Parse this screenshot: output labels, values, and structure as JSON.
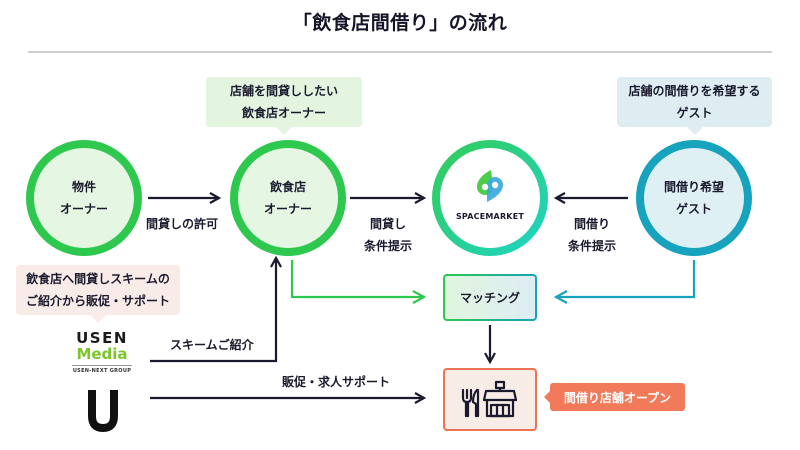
{
  "title": "「飲食店間借り」の流れ",
  "nodes": {
    "property_owner": {
      "line1": "物件",
      "line2": "オーナー"
    },
    "restaurant_owner": {
      "line1": "飲食店",
      "line2": "オーナー"
    },
    "spacemarket": {
      "brand": "SPACEMARKET"
    },
    "guest": {
      "line1": "間借り希望",
      "line2": "ゲスト"
    },
    "matching": {
      "label": "マッチング"
    },
    "store_open": {
      "label": "間借り店舗オープン"
    },
    "usen": {
      "top": "USEN",
      "media": "Media",
      "group": "USEN-NEXT GROUP"
    }
  },
  "bubbles": {
    "restaurant_owner": {
      "line1": "店舗を間貸ししたい",
      "line2": "飲食店オーナー"
    },
    "guest": {
      "line1": "店舗の間借りを希望する",
      "line2": "ゲスト"
    },
    "usen": {
      "line1": "飲食店へ間貸しスキームの",
      "line2": "ご紹介から販促・サポート"
    }
  },
  "edges": {
    "permission": "間貸しの許可",
    "lend_terms": {
      "line1": "間貸し",
      "line2": "条件提示"
    },
    "borrow_terms": {
      "line1": "間借り",
      "line2": "条件提示"
    },
    "scheme_intro": "スキームご紹介",
    "promo_support": "販促・求人サポート"
  },
  "colors": {
    "green": "#2ec84f",
    "teal": "#17a2bd",
    "orange": "#f07a5a",
    "dark": "#1a1a2e",
    "usen_green": "#7cc52d"
  }
}
